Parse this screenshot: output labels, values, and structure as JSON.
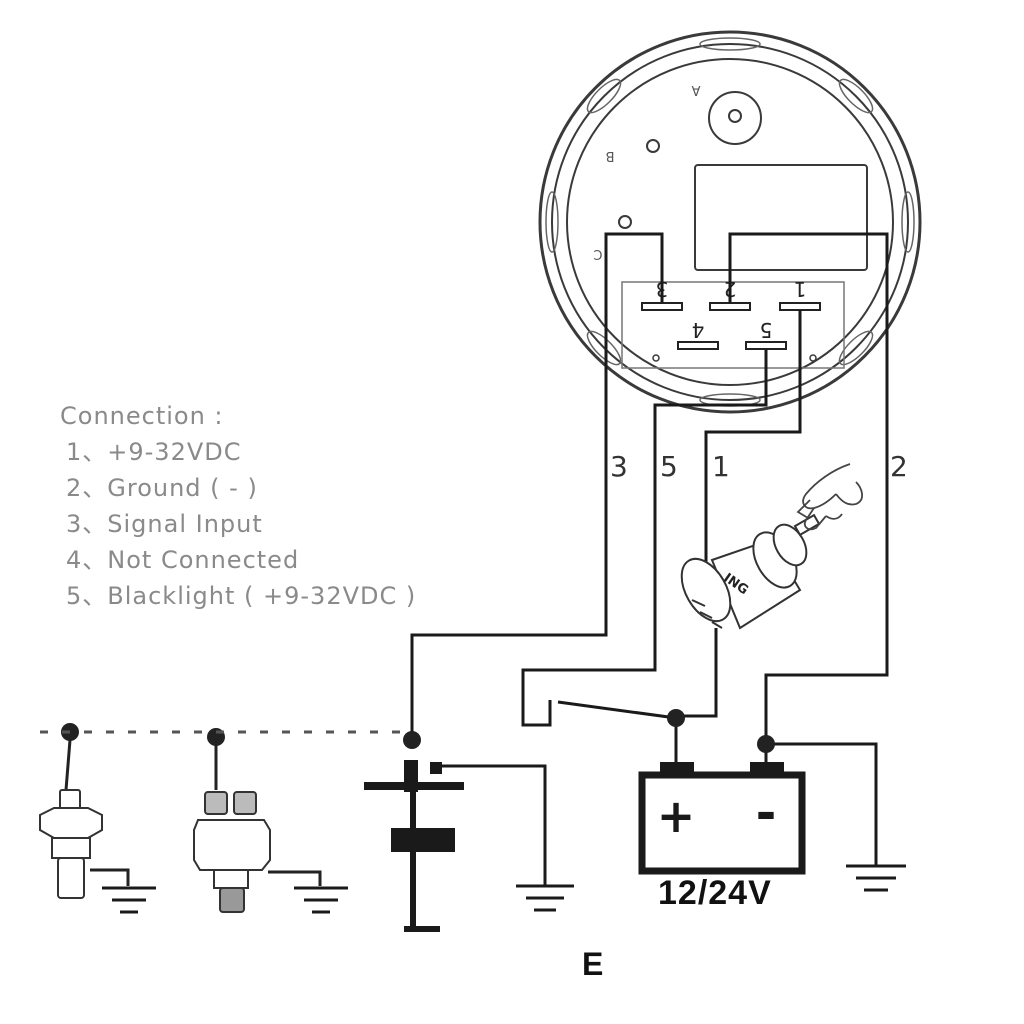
{
  "legend": {
    "title": "Connection :",
    "items": [
      "1、+9-32VDC",
      "2、Ground ( - )",
      "3、Signal  Input",
      "4、Not Connected",
      "5、Blacklight ( +9-32VDC )"
    ]
  },
  "gauge": {
    "letters": [
      "A",
      "B",
      "C"
    ],
    "pins_top": [
      "3",
      "2",
      "1"
    ],
    "pins_bottom": [
      "4",
      "5"
    ]
  },
  "wires": {
    "labels": [
      "3",
      "5",
      "1",
      "2"
    ]
  },
  "ignition": {
    "text": "ING"
  },
  "battery": {
    "label": "12/24V",
    "plus": "+",
    "minus": "-"
  },
  "footer": {
    "letter": "E"
  },
  "colors": {
    "line": "#1a1a1a",
    "legend_text": "#8a8a8a",
    "dashed": "#555555"
  }
}
